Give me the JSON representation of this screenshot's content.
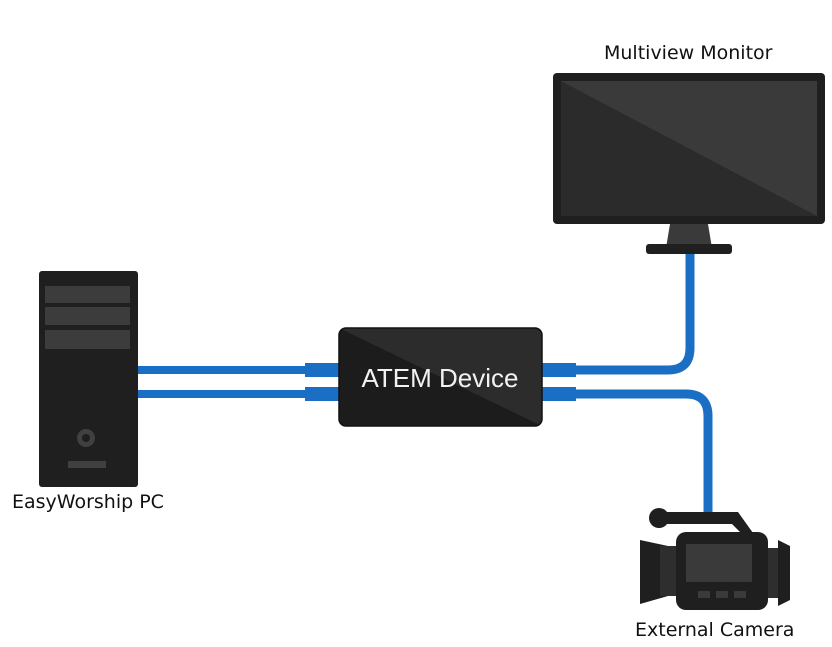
{
  "nodes": {
    "pc": {
      "label": "EasyWorship PC"
    },
    "atem": {
      "label": "ATEM Device"
    },
    "monitor": {
      "label": "Multiview Monitor"
    },
    "camera": {
      "label": "External Camera"
    }
  },
  "connections": [
    {
      "from": "EasyWorship PC",
      "to": "ATEM Device"
    },
    {
      "from": "EasyWorship PC",
      "to": "ATEM Device"
    },
    {
      "from": "ATEM Device",
      "to": "Multiview Monitor"
    },
    {
      "from": "ATEM Device",
      "to": "External Camera"
    }
  ],
  "colors": {
    "cable": "#1a6fc4",
    "device": "#222222",
    "device_panel": "#3a3a3a"
  }
}
